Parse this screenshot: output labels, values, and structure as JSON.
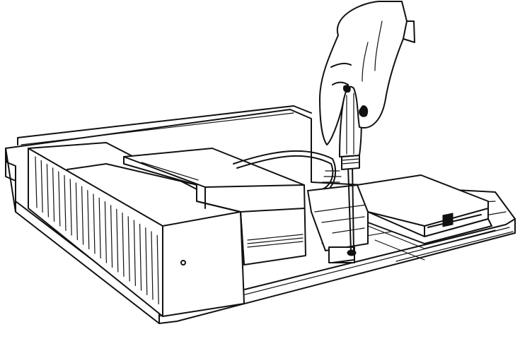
{
  "figure": {
    "description_visible_text": "",
    "colors": {
      "line": "#111111",
      "background": "#ffffff"
    },
    "parts": {
      "chassis": "computer-chassis",
      "power_supply": "power-supply-unit",
      "hard_drive": "hard-drive-unit",
      "floppy_drive": "floppy-drive-unit",
      "screwdriver": "screwdriver",
      "hand": "hand",
      "ribbon_cable": "ribbon-cable"
    }
  }
}
